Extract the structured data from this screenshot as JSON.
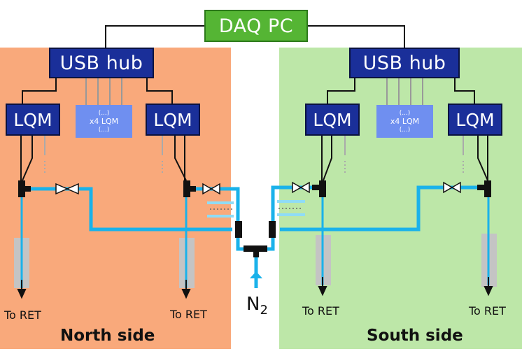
{
  "title_box": "DAQ PC",
  "north": {
    "hub": "USB hub",
    "lqm_left": "LQM",
    "lqm_right": "LQM",
    "multi": [
      "(...)",
      "x4 LQM",
      "(...)"
    ],
    "ret_left": "To RET",
    "ret_right": "To RET",
    "side_label": "North side"
  },
  "south": {
    "hub": "USB hub",
    "lqm_left": "LQM",
    "lqm_right": "LQM",
    "multi": [
      "(...)",
      "x4 LQM",
      "(...)"
    ],
    "ret_left": "To RET",
    "ret_right": "To RET",
    "side_label": "South side"
  },
  "gas": {
    "symbol": "N",
    "subscript": "2"
  },
  "colors": {
    "north_bg": "#f9a97b",
    "south_bg": "#bde7a8",
    "pipe": "#1ab2ea",
    "daq": "#55b534",
    "box": "#1a2f99",
    "multi_box": "#6f8ff0"
  }
}
